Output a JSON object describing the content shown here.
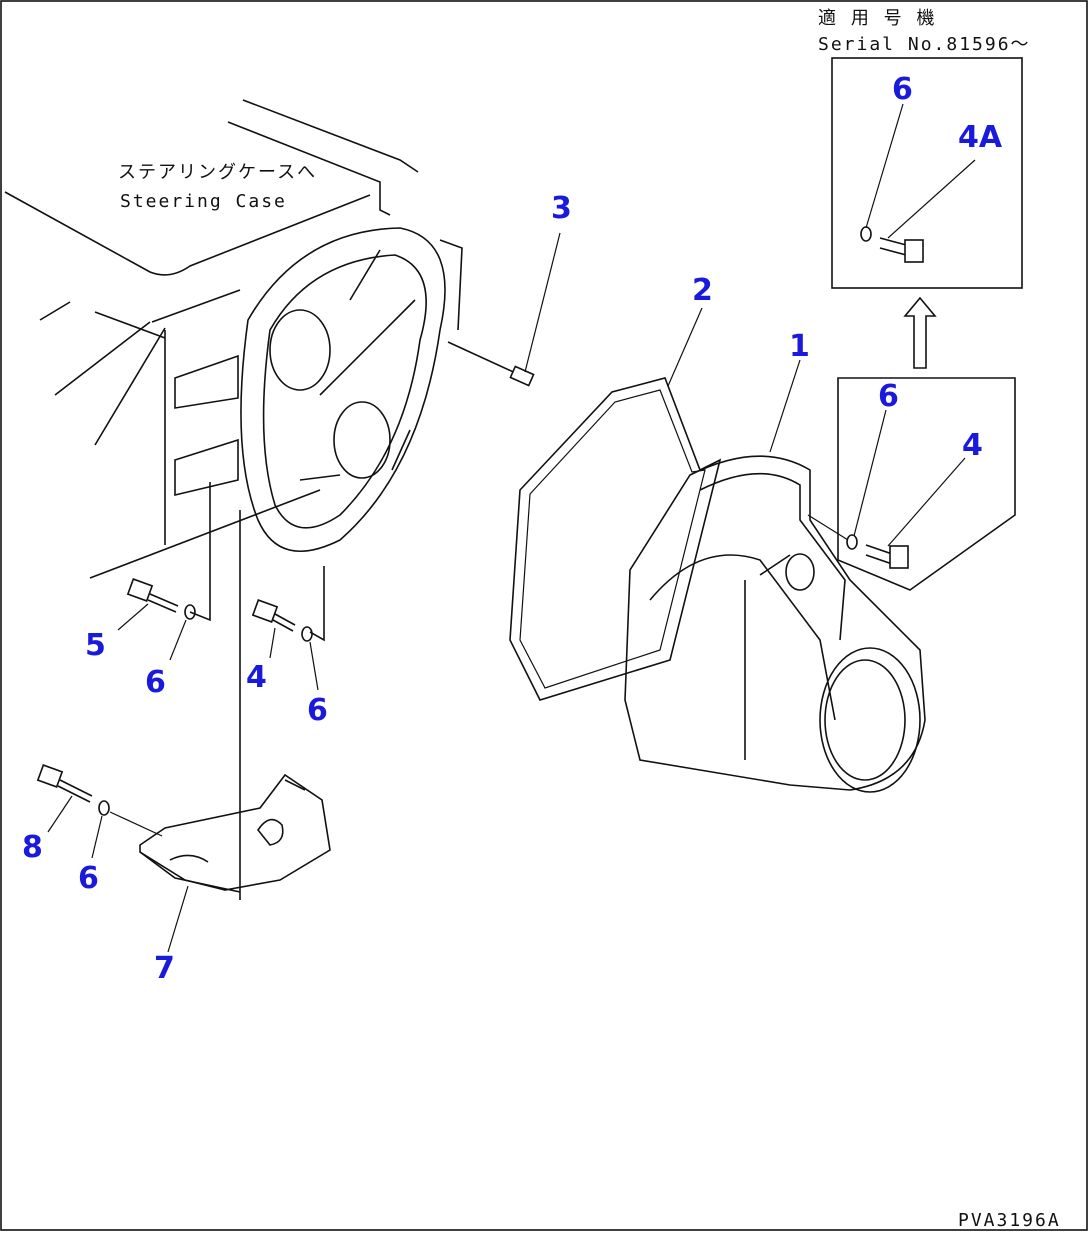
{
  "serial_note": {
    "line1": "適 用 号 機",
    "line2": "Serial No.81596～"
  },
  "steering_case": {
    "jp": "ステアリングケースへ",
    "en": "Steering Case"
  },
  "drawing_code": "PVA3196A",
  "callouts": {
    "c1": "1",
    "c2": "2",
    "c3": "3",
    "c4_main": "4",
    "c4_box": "4",
    "c4a": "4A",
    "c5": "5",
    "c6_box_new": "6",
    "c6_box_old": "6",
    "c6_a": "6",
    "c6_b": "6",
    "c6_c": "6",
    "c7": "7",
    "c8": "8"
  },
  "colors": {
    "callout": "#1a1adc",
    "line": "#111111",
    "background": "#ffffff"
  }
}
